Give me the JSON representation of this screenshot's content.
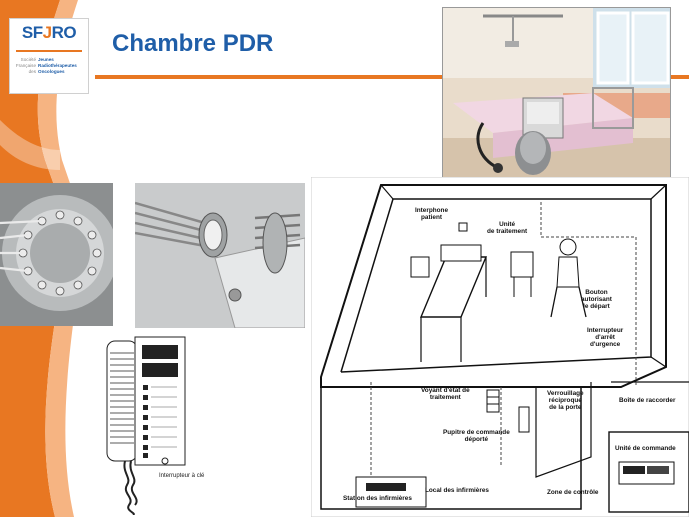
{
  "colors": {
    "accent": "#e87722",
    "title": "#1f5ea8"
  },
  "logo": {
    "mark_a": "SF",
    "mark_j": "J",
    "mark_b": "RO",
    "left_lines": [
      "Société",
      "Française",
      "des"
    ],
    "right_lines": [
      "Jeunes",
      "Radiothérapeutes",
      "Oncologues"
    ]
  },
  "slide": {
    "title": "Chambre PDR"
  },
  "console_figure": {
    "caption": "Interrupteur à clé"
  },
  "diagram": {
    "labels": {
      "interphone": "Interphone\npatient",
      "unite_traitement": "Unité\nde traitement",
      "bouton": "Bouton\nautorisant\nle départ",
      "interrupteur": "Interrupteur\nd'arrêt\nd'urgence",
      "voyant": "Voyant d'état de\ntraitement",
      "verrouillage": "Verrouillage\nréciproque\nde la porte",
      "boite": "Boîte de raccorder",
      "pupitre": "Pupitre de commande\ndéporté",
      "unite_commande": "Unité de commande",
      "station": "Station des infirmières",
      "local": "Local des infirmières",
      "zone": "Zone de contrôle"
    }
  }
}
